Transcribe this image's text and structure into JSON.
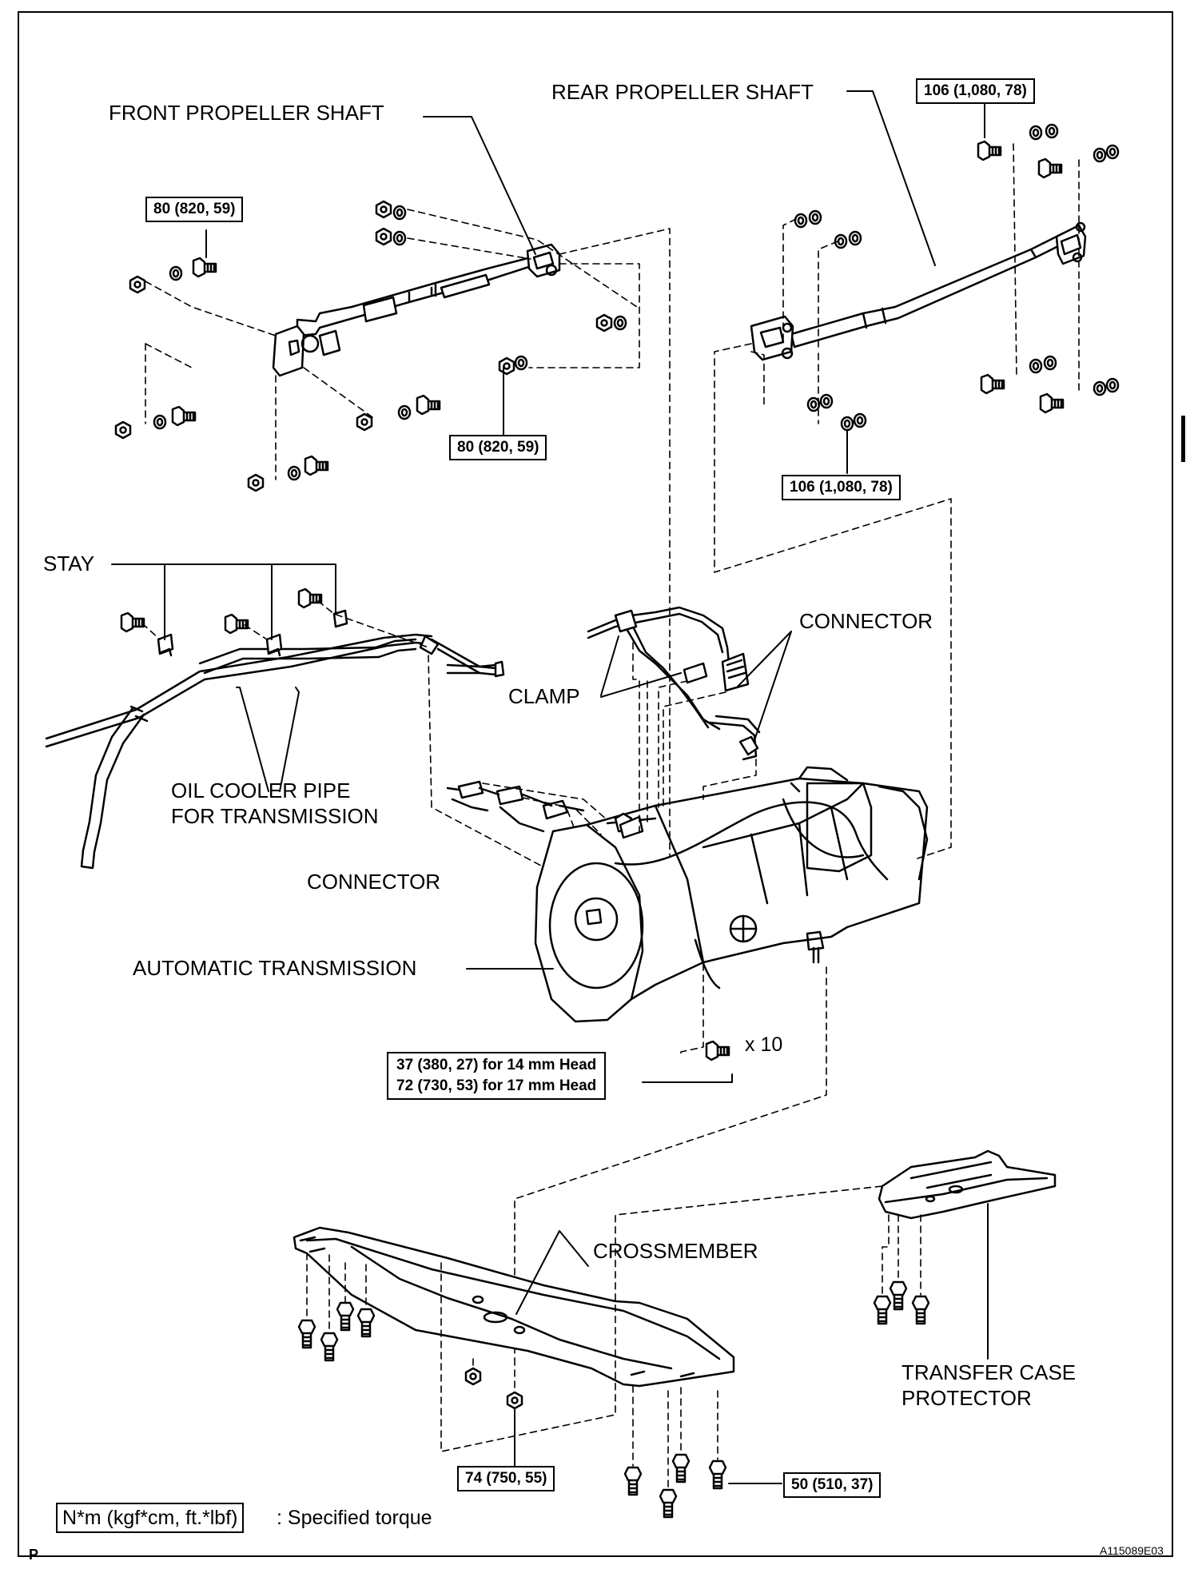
{
  "labels": {
    "front_propeller_shaft": "FRONT PROPELLER SHAFT",
    "rear_propeller_shaft": "REAR PROPELLER SHAFT",
    "stay": "STAY",
    "connector_upper": "CONNECTOR",
    "clamp": "CLAMP",
    "oil_cooler_line1": "OIL COOLER PIPE",
    "oil_cooler_line2": "FOR TRANSMISSION",
    "connector_lower": "CONNECTOR",
    "automatic_transmission": "AUTOMATIC TRANSMISSION",
    "crossmember": "CROSSMEMBER",
    "transfer_line1": "TRANSFER CASE",
    "transfer_line2": "PROTECTOR",
    "bolt_count": "x 10"
  },
  "torques": {
    "front_upper": "80 (820, 59)",
    "front_lower": "80 (820, 59)",
    "rear_upper": "106 (1,080, 78)",
    "rear_lower": "106 (1,080, 78)",
    "trans_line1": "37 (380, 27) for 14 mm Head",
    "trans_line2": "72 (730, 53) for 17 mm Head",
    "crossmember": "74 (750, 55)",
    "protector": "50 (510, 37)"
  },
  "legend": {
    "unit": "N*m (kgf*cm, ft.*lbf)",
    "description": ": Specified torque"
  },
  "footer": {
    "left_mark": "P",
    "figure_id": "A115089E03"
  }
}
